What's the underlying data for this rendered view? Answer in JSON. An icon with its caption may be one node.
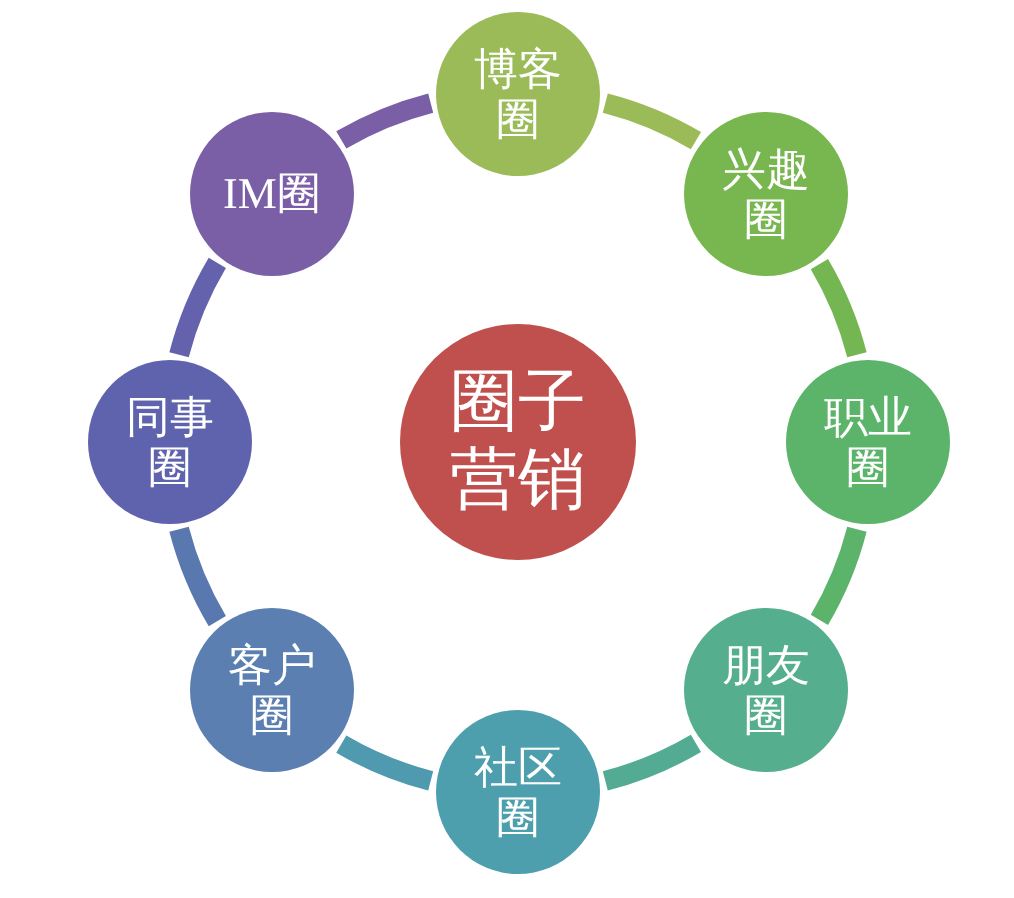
{
  "diagram": {
    "nodes": [
      {
        "text": [
          "博客圈"
        ]
      },
      {
        "text": [
          "IM圈"
        ]
      },
      {
        "text": [
          "兴趣圈"
        ]
      },
      {
        "text": [
          "同事圈"
        ]
      },
      {
        "text": [
          "圈子营销"
        ]
      },
      {
        "text": [
          "职业圈"
        ]
      },
      {
        "text": [
          "客户圈"
        ]
      },
      {
        "text": [
          "朋友圈"
        ]
      },
      {
        "text": [
          "社区圈"
        ]
      }
    ],
    "edges": [
      {
        "from": 0,
        "to": 2,
        "arrow": "none",
        "color": "#9bbb59"
      },
      {
        "from": 2,
        "to": 5,
        "arrow": "none",
        "color": "#74b652"
      },
      {
        "from": 5,
        "to": 7,
        "arrow": "none",
        "color": "#5bb46a"
      },
      {
        "from": 7,
        "to": 8,
        "arrow": "none",
        "color": "#53ab93"
      },
      {
        "from": 8,
        "to": 6,
        "arrow": "none",
        "color": "#4f9aae"
      },
      {
        "from": 6,
        "to": 3,
        "arrow": "none",
        "color": "#5a78b0"
      },
      {
        "from": 3,
        "to": 1,
        "arrow": "none",
        "color": "#6462ad"
      },
      {
        "from": 1,
        "to": 0,
        "arrow": "none",
        "color": "#7b5fa6"
      }
    ]
  }
}
